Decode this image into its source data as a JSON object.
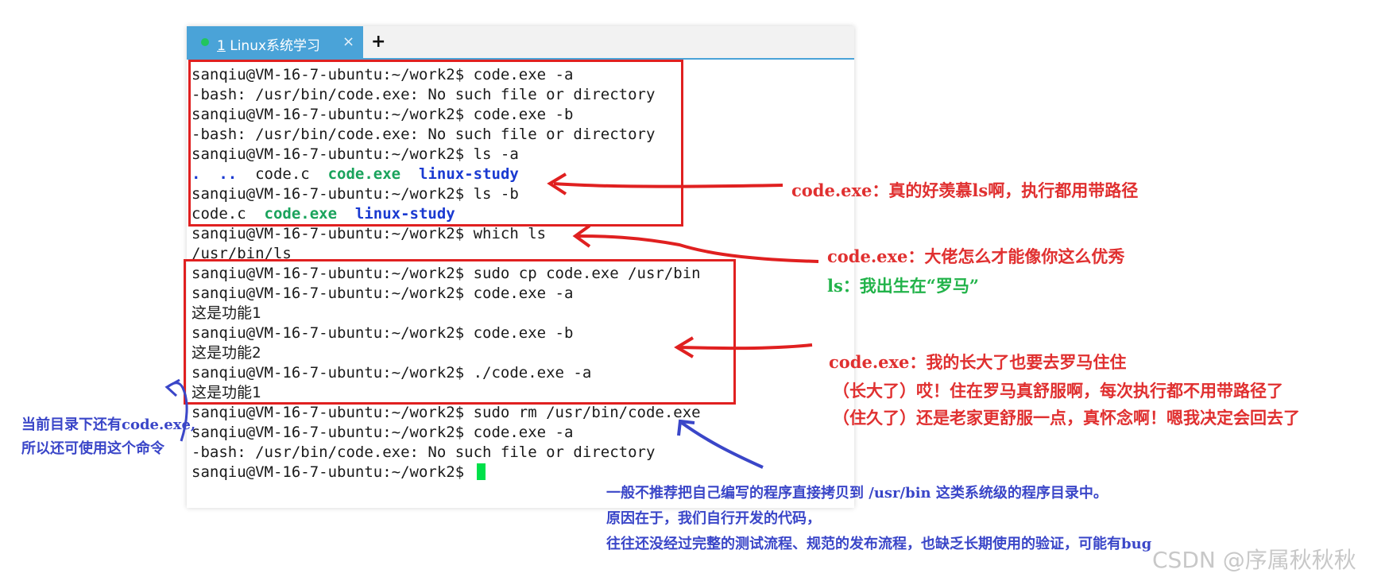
{
  "tab": {
    "number": "1",
    "title": " Linux系统学习",
    "close": "×",
    "new_tab": "+"
  },
  "terminal": {
    "lines": [
      {
        "text": "sanqiu@VM-16-7-ubuntu:~/work2$ code.exe -a"
      },
      {
        "text": "-bash: /usr/bin/code.exe: No such file or directory"
      },
      {
        "text": "sanqiu@VM-16-7-ubuntu:~/work2$ code.exe -b"
      },
      {
        "text": "-bash: /usr/bin/code.exe: No such file or directory"
      },
      {
        "text": "sanqiu@VM-16-7-ubuntu:~/work2$ ls -a"
      },
      {
        "segments": [
          {
            "text": ".  ..",
            "style": "dir"
          },
          {
            "text": "  code.c  ",
            "style": "plain"
          },
          {
            "text": "code.exe",
            "style": "exe"
          },
          {
            "text": "  ",
            "style": "plain"
          },
          {
            "text": "linux-study",
            "style": "dir"
          }
        ]
      },
      {
        "text": "sanqiu@VM-16-7-ubuntu:~/work2$ ls -b"
      },
      {
        "segments": [
          {
            "text": "code.c  ",
            "style": "plain"
          },
          {
            "text": "code.exe",
            "style": "exe"
          },
          {
            "text": "  ",
            "style": "plain"
          },
          {
            "text": "linux-study",
            "style": "dir"
          }
        ]
      },
      {
        "text": "sanqiu@VM-16-7-ubuntu:~/work2$ which ls"
      },
      {
        "text": "/usr/bin/ls"
      },
      {
        "text": "sanqiu@VM-16-7-ubuntu:~/work2$ sudo cp code.exe /usr/bin"
      },
      {
        "text": "sanqiu@VM-16-7-ubuntu:~/work2$ code.exe -a"
      },
      {
        "text": "这是功能1"
      },
      {
        "text": "sanqiu@VM-16-7-ubuntu:~/work2$ code.exe -b"
      },
      {
        "text": "这是功能2"
      },
      {
        "text": "sanqiu@VM-16-7-ubuntu:~/work2$ ./code.exe -a"
      },
      {
        "text": "这是功能1"
      },
      {
        "text": "sanqiu@VM-16-7-ubuntu:~/work2$ sudo rm /usr/bin/code.exe"
      },
      {
        "text": "sanqiu@VM-16-7-ubuntu:~/work2$ code.exe -a"
      },
      {
        "text": "-bash: /usr/bin/code.exe: No such file or directory"
      },
      {
        "text": "sanqiu@VM-16-7-ubuntu:~/work2$ ",
        "cursor": true
      }
    ]
  },
  "annotations": {
    "red1": "code.exe：真的好羡慕ls啊，执行都用带路径",
    "red2": "code.exe：大佬怎么才能像你这么优秀",
    "green1": "ls：我出生在“罗马”",
    "red3": "code.exe：我的长大了也要去罗马住住",
    "red4": "（长大了）哎！住在罗马真舒服啊，每次执行都不用带路径了",
    "red5": "（住久了）还是老家更舒服一点，真怀念啊！嗯我决定会回去了",
    "blue_left1": "当前目录下还有code.exe,",
    "blue_left2": "所以还可使用这个命令",
    "blue_bottom1": "一般不推荐把自己编写的程序直接拷贝到 /usr/bin 这类系统级的程序目录中。",
    "blue_bottom2": "原因在于，我们自行开发的代码，",
    "blue_bottom3": "往往还没经过完整的测试流程、规范的发布流程，也缺乏长期使用的验证，可能有bug"
  },
  "watermark": "CSDN @序属秋秋秋",
  "colors": {
    "tab_accent": "#4aa3d8",
    "status_dot": "#22c55e",
    "exe": "#1aa35c",
    "directory": "#1a3ad1",
    "cursor": "#00e04a",
    "annotation_red": "#e03030",
    "annotation_green": "#22b34a",
    "annotation_blue": "#3a46c8"
  }
}
